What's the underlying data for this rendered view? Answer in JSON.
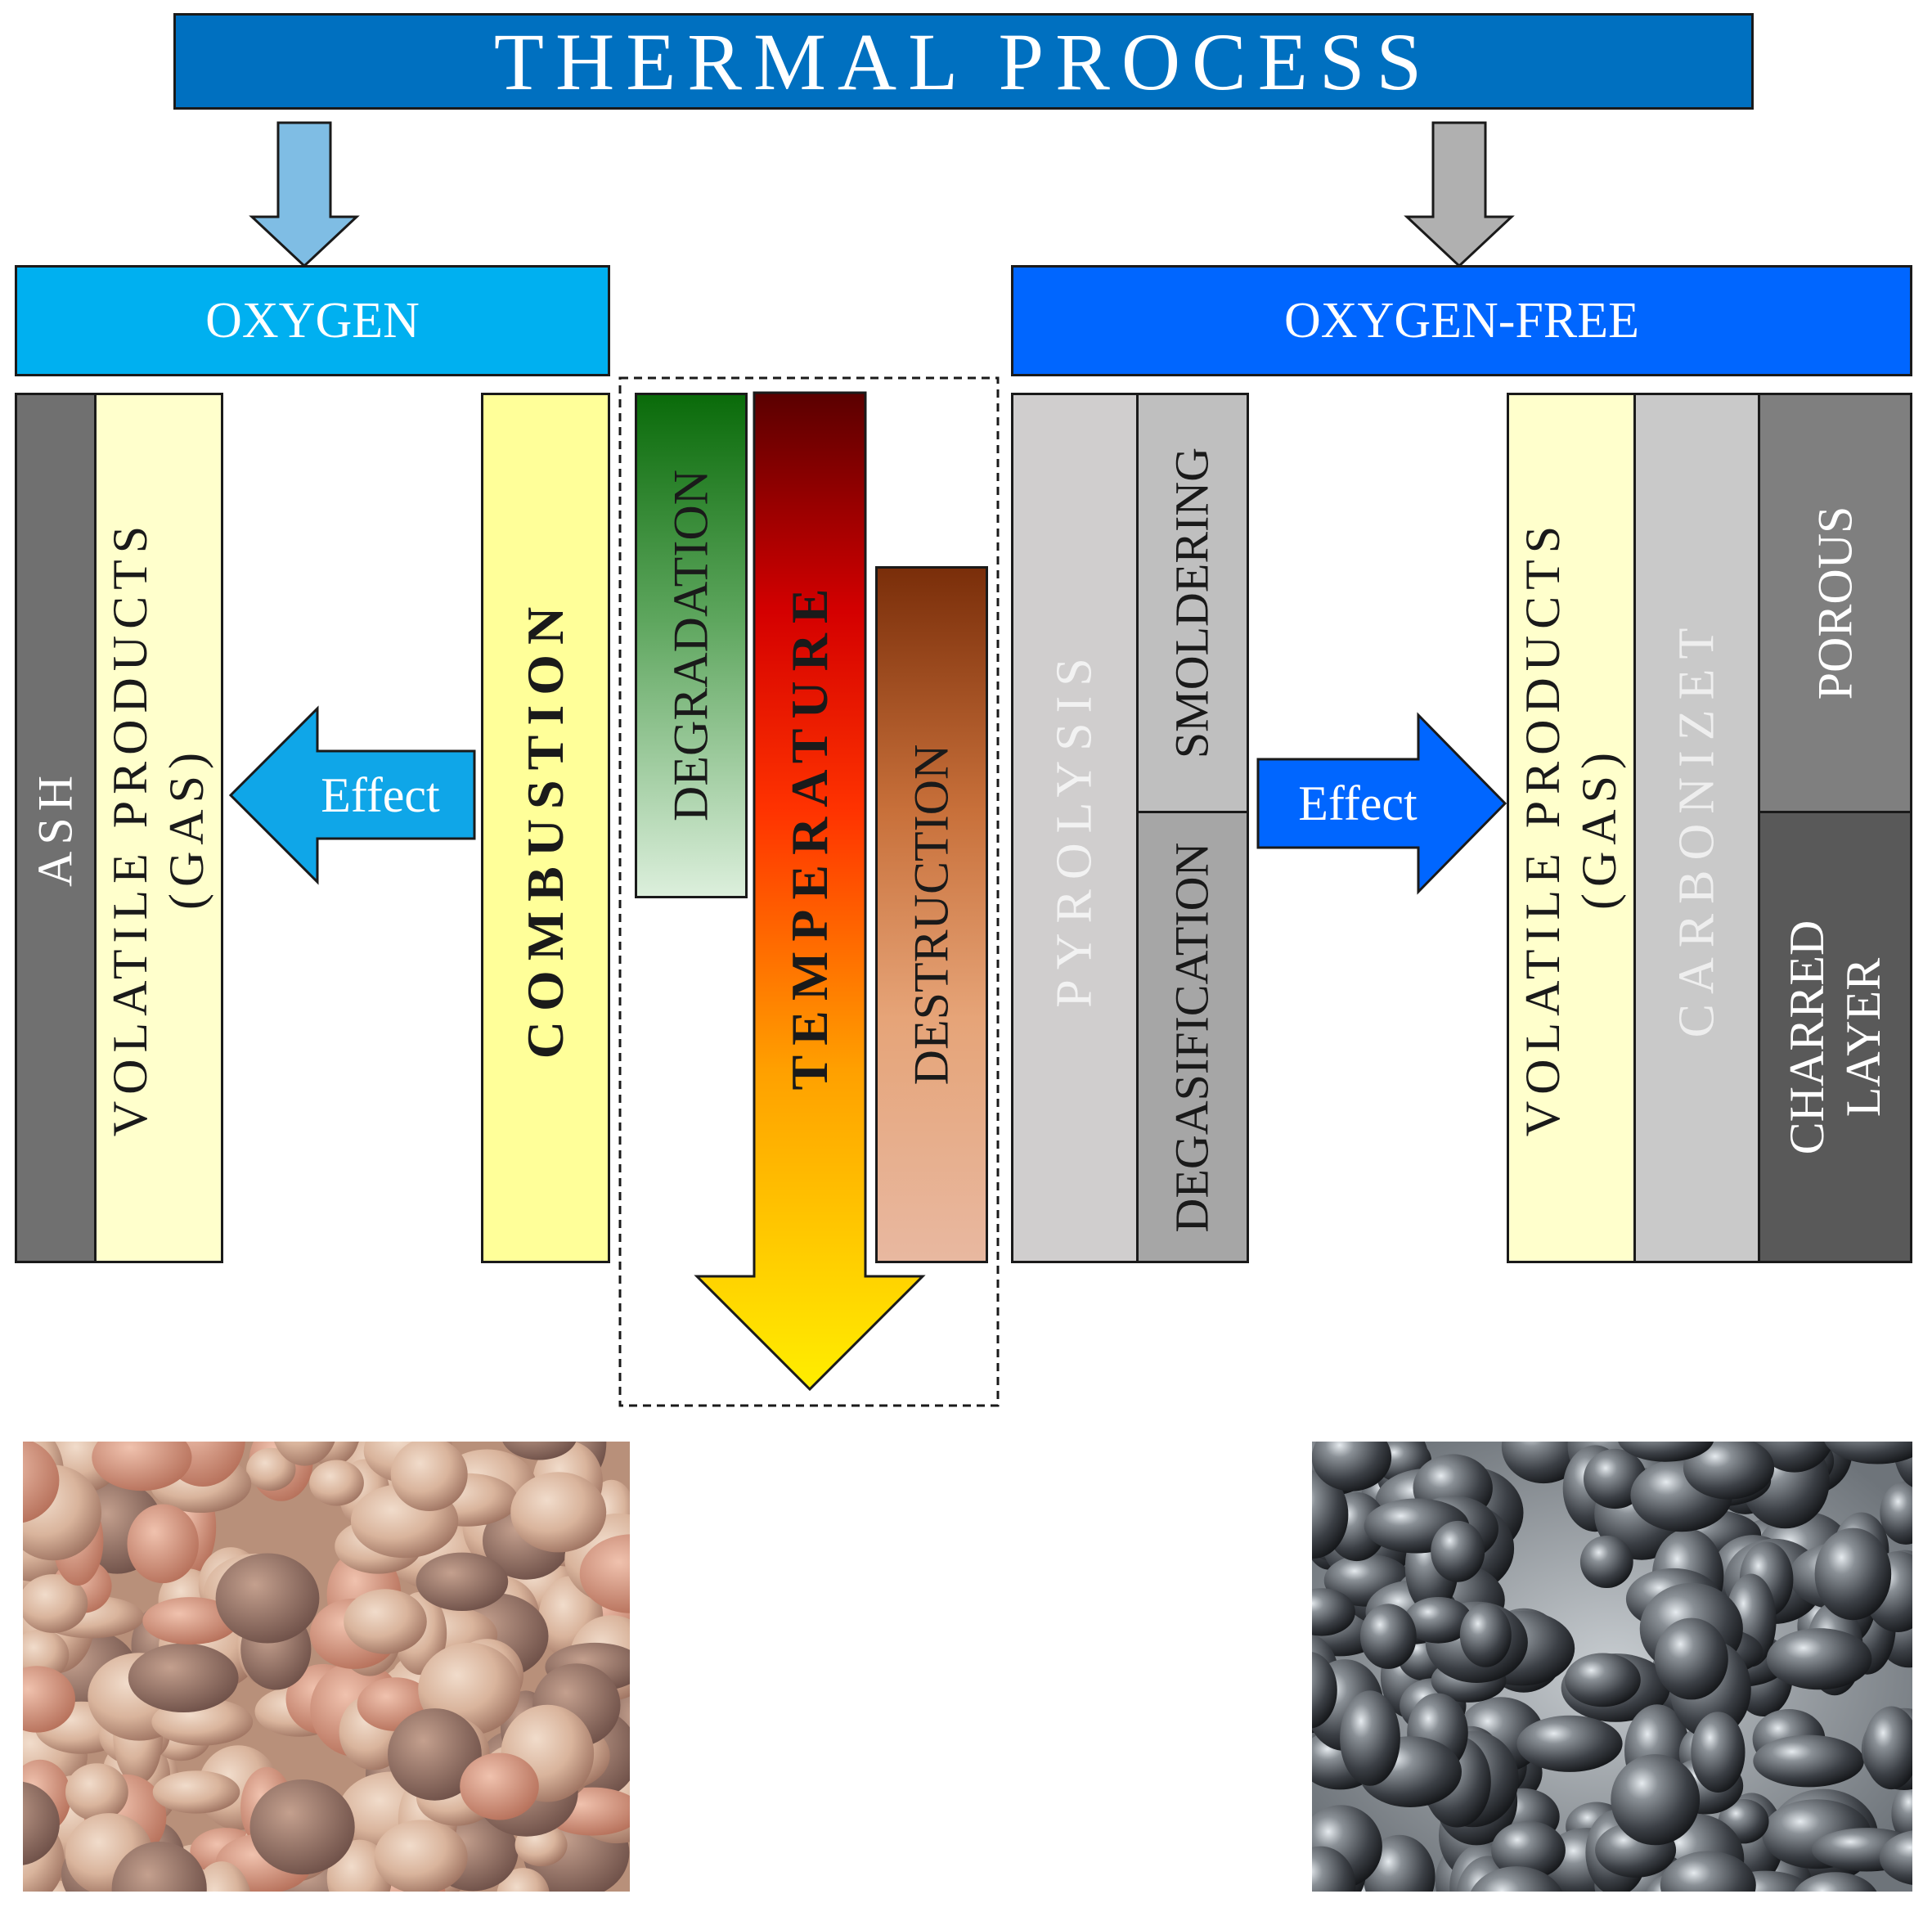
{
  "header": {
    "title": "THERMAL PROCESS"
  },
  "branches": {
    "oxygen": {
      "label": "OXYGEN"
    },
    "oxygen_free": {
      "label": "OXYGEN-FREE"
    }
  },
  "left": {
    "ash": "ASH",
    "volatile_line1": "VOLATILE PRODUCTS",
    "volatile_line2": "(GAS)",
    "combustion": "COMBUSTION",
    "effect": "Effect"
  },
  "center": {
    "degradation": "DEGRADATION",
    "temperature": "TEMPERATURE",
    "destruction": "DESTRUCTION"
  },
  "right": {
    "pyrolysis": "PYROLYSIS",
    "smoldering": "SMOLDERING",
    "degasification": "DEGASIFICATION",
    "effect": "Effect",
    "volatile_line1": "VOLATILE PRODUCTS",
    "volatile_line2": "(GAS)",
    "carbonizet": "CARBONIZET",
    "porous": "POROUS",
    "charred_line1": "CHARRED",
    "charred_line2": "LAYER"
  },
  "colors": {
    "header_blue": "#0070c0",
    "oxygen_cyan": "#00b0f0",
    "oxygen_free_blue": "#0066ff",
    "ash_gray": "#707070",
    "pale_yellow": "#ffffcc",
    "yellow": "#ffff99",
    "light_gray": "#d0cece",
    "mid_gray": "#a6a6a6",
    "dark_gray": "#7f7f7f",
    "darker_gray": "#595959"
  }
}
